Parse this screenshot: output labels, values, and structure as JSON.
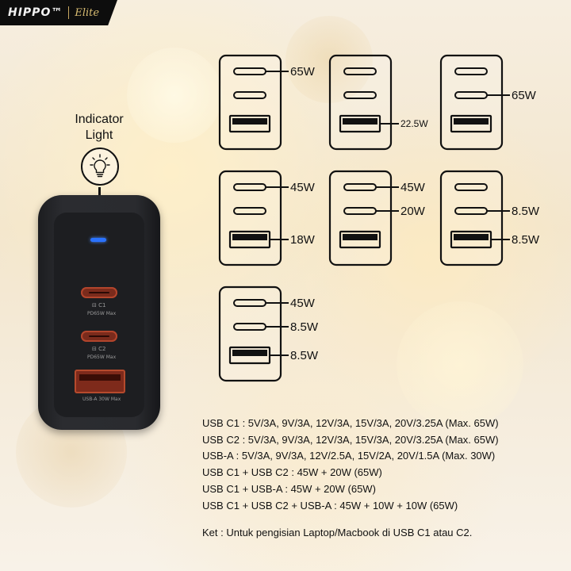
{
  "brand": {
    "logo": "HIPPO™",
    "sub": "Elite"
  },
  "indicator": {
    "line1": "Indicator",
    "line2": "Light"
  },
  "charger": {
    "port_c1_label": "C1",
    "port_c1_spec": "PD65W Max",
    "port_c2_label": "C2",
    "port_c2_spec": "PD65W Max",
    "port_a_spec": "USB-A 30W Max",
    "led_color": "#2a72ff",
    "port_color": "#7a2b1c"
  },
  "configs": [
    {
      "c1": "65W",
      "c2": "",
      "a": ""
    },
    {
      "c1": "",
      "c2": "",
      "a": "22.5W"
    },
    {
      "c1": "",
      "c2": "65W",
      "a": ""
    },
    {
      "c1": "45W",
      "c2": "",
      "a": "18W"
    },
    {
      "c1": "45W",
      "c2": "20W",
      "a": ""
    },
    {
      "c1": "",
      "c2": "8.5W",
      "a": "8.5W"
    },
    {
      "c1": "45W",
      "c2": "8.5W",
      "a": "8.5W"
    }
  ],
  "specs": [
    "USB C1 : 5V/3A, 9V/3A, 12V/3A, 15V/3A, 20V/3.25A (Max. 65W)",
    "USB C2 : 5V/3A, 9V/3A, 12V/3A, 15V/3A, 20V/3.25A (Max. 65W)",
    "USB-A : 5V/3A, 9V/3A, 12V/2.5A, 15V/2A, 20V/1.5A (Max. 30W)",
    "USB C1 + USB C2 : 45W + 20W (65W)",
    "USB C1 + USB-A : 45W + 20W (65W)",
    "USB C1 + USB C2 + USB-A : 45W + 10W + 10W (65W)"
  ],
  "note": "Ket : Untuk pengisian Laptop/Macbook di USB C1 atau C2."
}
